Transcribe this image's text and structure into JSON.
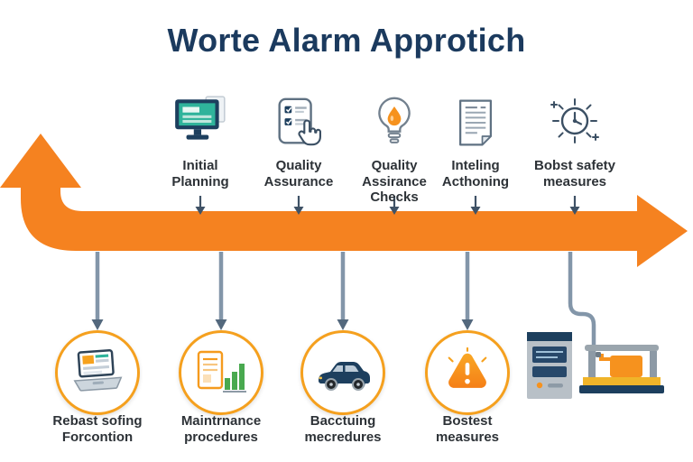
{
  "title": "Worte Alarm Approtich",
  "top_steps": [
    {
      "label": "Initial\nPlanning",
      "icon": "monitor-icon"
    },
    {
      "label": "Quality\nAssurance",
      "icon": "checklist-icon"
    },
    {
      "label": "Quality\nAssirance\nChecks",
      "icon": "lightbulb-icon"
    },
    {
      "label": "Inteling\nActhoning",
      "icon": "document-icon"
    },
    {
      "label": "Bobst safety\nmeasures",
      "icon": "gear-clock-icon"
    }
  ],
  "bottom_steps": [
    {
      "label": "Rebast sofing\nForcontion",
      "icon": "laptop-icon"
    },
    {
      "label": "Maintrnance\nprocedures",
      "icon": "report-chart-icon"
    },
    {
      "label": "Bacctuing\nmecredures",
      "icon": "car-icon"
    },
    {
      "label": "Bostest\nmeasures",
      "icon": "warning-icon"
    }
  ],
  "colors": {
    "arrow_orange": "#F58220",
    "title_navy": "#1B3A5E",
    "connector_gray": "#8396A9",
    "connector_arrow": "#53687D",
    "circle_border": "#F5A01E",
    "label_dark": "#2D3237",
    "icon_navy": "#1D3F5E",
    "pointer_navy": "#3F5266"
  }
}
